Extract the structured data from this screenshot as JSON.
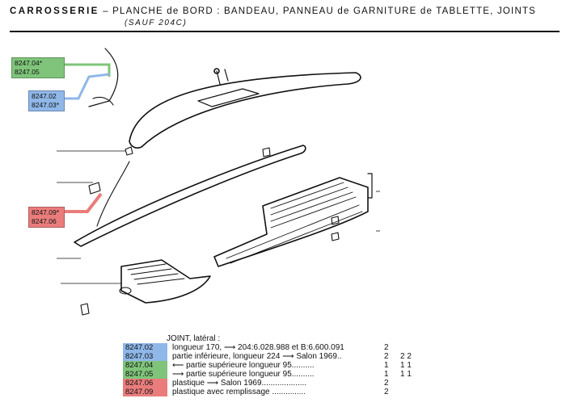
{
  "header": {
    "title": "CARROSSERIE",
    "subtitle_line": " – PLANCHE de BORD : BANDEAU, PANNEAU de GARNITURE de TABLETTE, JOINTS",
    "note": "(SAUF 204C)"
  },
  "colors": {
    "blue": "#8fb7e8",
    "green": "#7fc47a",
    "red": "#ea7c7c"
  },
  "callouts": {
    "green": [
      "8247.04*",
      "8247.05"
    ],
    "blue": [
      "8247.02",
      "8247.03*"
    ],
    "red": [
      "8247.09*",
      "8247.06"
    ]
  },
  "parts": {
    "heading": "JOINT, latéral :",
    "rows": [
      {
        "code": "8247.02",
        "color": "blue",
        "desc": "longueur 170, ⟶ 204:6.028.988 et B:6.600.091",
        "q1": "2",
        "q2": ""
      },
      {
        "code": "8247.03",
        "color": "blue",
        "desc": "partie inférieure, longueur 224 ⟶ Salon 1969..",
        "q1": "2",
        "q2": "2 2"
      },
      {
        "code": "8247.04",
        "color": "green",
        "desc": "⟵ partie supérieure longueur 95..........",
        "q1": "1",
        "q2": "1 1"
      },
      {
        "code": "8247.05",
        "color": "green",
        "desc": "⟶ partie supérieure longueur 95..........",
        "q1": "1",
        "q2": "1 1"
      },
      {
        "code": "8247.06",
        "color": "red",
        "desc": "plastique ⟶ Salon 1969....................",
        "q1": "2",
        "q2": ""
      },
      {
        "code": "8247.09",
        "color": "red",
        "desc": "plastique avec remplissage ...............",
        "q1": "2",
        "q2": ""
      }
    ]
  }
}
